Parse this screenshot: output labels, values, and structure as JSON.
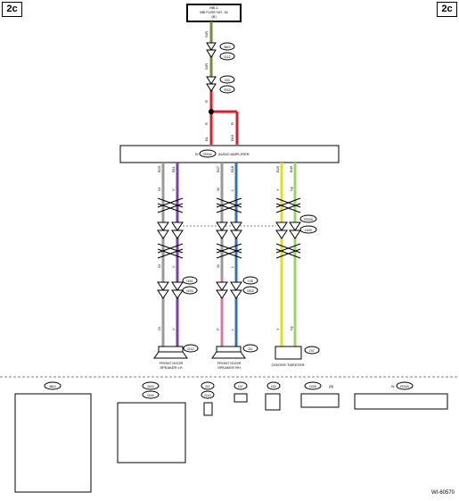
{
  "page_tag": "2c",
  "fuse": {
    "line1": "MB-1",
    "line2": "MB FUSE NO. 34",
    "line3": "(B)"
  },
  "connectors": {
    "b63_i112": [
      "B63",
      "I112"
    ],
    "i53_r33": [
      "I53",
      "R33"
    ],
    "r333_i155": [
      "R333",
      "I155"
    ],
    "i151_d94": [
      "I151",
      "D94"
    ],
    "i178_d63": [
      "I78",
      "D63"
    ],
    "d12": "D12",
    "d2": "D2",
    "i37": "I37"
  },
  "amplifier": {
    "label": "B:",
    "code": "R316",
    "name": "AUDIO AMPLIFIER"
  },
  "wire_colors": {
    "gr_top": "G/R",
    "gr_mid": "G/R",
    "r1": "R",
    "r_left": "R",
    "r_right": "R",
    "gr_lh": "Gr",
    "v_lh": "V",
    "w_rh": "W",
    "l_rh": "L",
    "y_ct": "Y",
    "lg_ct": "Lg",
    "p_rh": "P",
    "y_mid": "Y",
    "lg_mid": "Lg"
  },
  "pin_labels": {
    "b1": "B1",
    "b16": "B16",
    "b20": "B20",
    "b11": "B11",
    "b27": "B27",
    "b18": "B18",
    "b25": "B25",
    "b40": "B40"
  },
  "components": {
    "front_lh": "FRONT DOOR SPEAKER LH",
    "front_rh": "FRONT DOOR SPEAKER RH",
    "center_tweeter": "CENTER TWEETER"
  },
  "legend": {
    "b63": "B63",
    "d63": "D63",
    "d94": "D94",
    "d2": "D2",
    "d12": "D12",
    "i37": "I37",
    "i53": "I53",
    "i155": "I155",
    "i155_suffix": "(B)",
    "b_r316": "B:",
    "r316": "R316"
  },
  "figure_id": "WI-60570",
  "colors": {
    "red": "#d81e2a",
    "gray": "#9a9a9a",
    "olive": "#7a8a3a",
    "violet": "#7b3fa6",
    "blue": "#3a6fb8",
    "pink": "#d87aa8",
    "yellow": "#e8d820",
    "lightgreen": "#9cd36a",
    "black": "#000000"
  }
}
